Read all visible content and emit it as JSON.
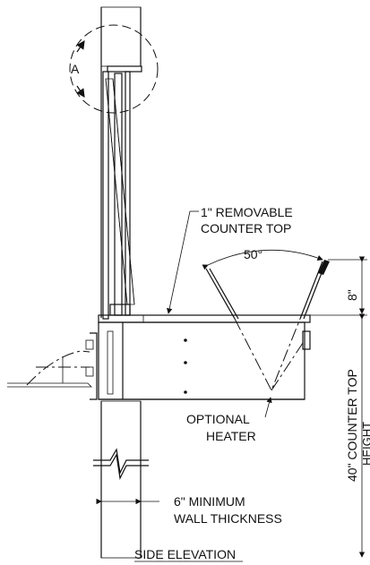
{
  "labels": {
    "detail_callout": "A",
    "countertop_line1": "1\" REMOVABLE",
    "countertop_line2": "COUNTER TOP",
    "angle": "50°",
    "clearance_height": "8\"",
    "heater_line1": "OPTIONAL",
    "heater_line2": "HEATER",
    "wall_line1": "6\" MINIMUM",
    "wall_line2": "WALL THICKNESS",
    "counter_height": "40\" COUNTER TOP",
    "counter_height_cut": "HEIGHT",
    "view_title": "SIDE ELEVATION"
  }
}
